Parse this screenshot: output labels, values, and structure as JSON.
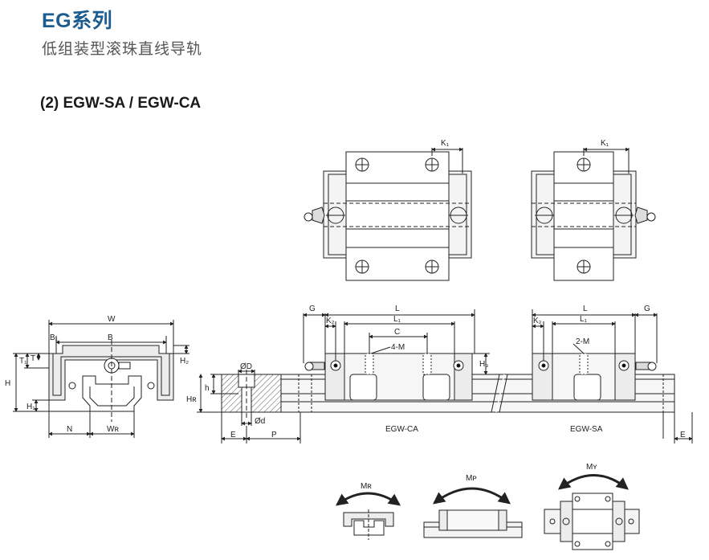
{
  "header": {
    "series_title": "EG系列",
    "subtitle": "低组装型滚珠直线导轨",
    "section_title": "(2) EGW-SA / EGW-CA"
  },
  "dimensions": {
    "W": "W",
    "B": "B",
    "B1": "B₁",
    "T": "T",
    "T1": "T₁",
    "H": "H",
    "H1": "H₁",
    "H2": "H₂",
    "N": "N",
    "WR": "Wʀ",
    "D": "ØD",
    "d": "Ød",
    "h": "h",
    "HR": "Hʀ",
    "E": "E",
    "P": "P",
    "G": "G",
    "L": "L",
    "L1": "L₁",
    "K2": "K₂",
    "C": "C",
    "H3": "H₃",
    "K1": "K₁",
    "M4": "4-M",
    "M2": "2-M"
  },
  "models": {
    "ca": "EGW-CA",
    "sa": "EGW-SA"
  },
  "moments": {
    "mr": "Mʀ",
    "mp": "Mᴘ",
    "my": "Mʏ"
  },
  "colors": {
    "title": "#1d5c8f",
    "line": "#222222",
    "fill": "#e9e9e9",
    "hatch": "#555555"
  }
}
